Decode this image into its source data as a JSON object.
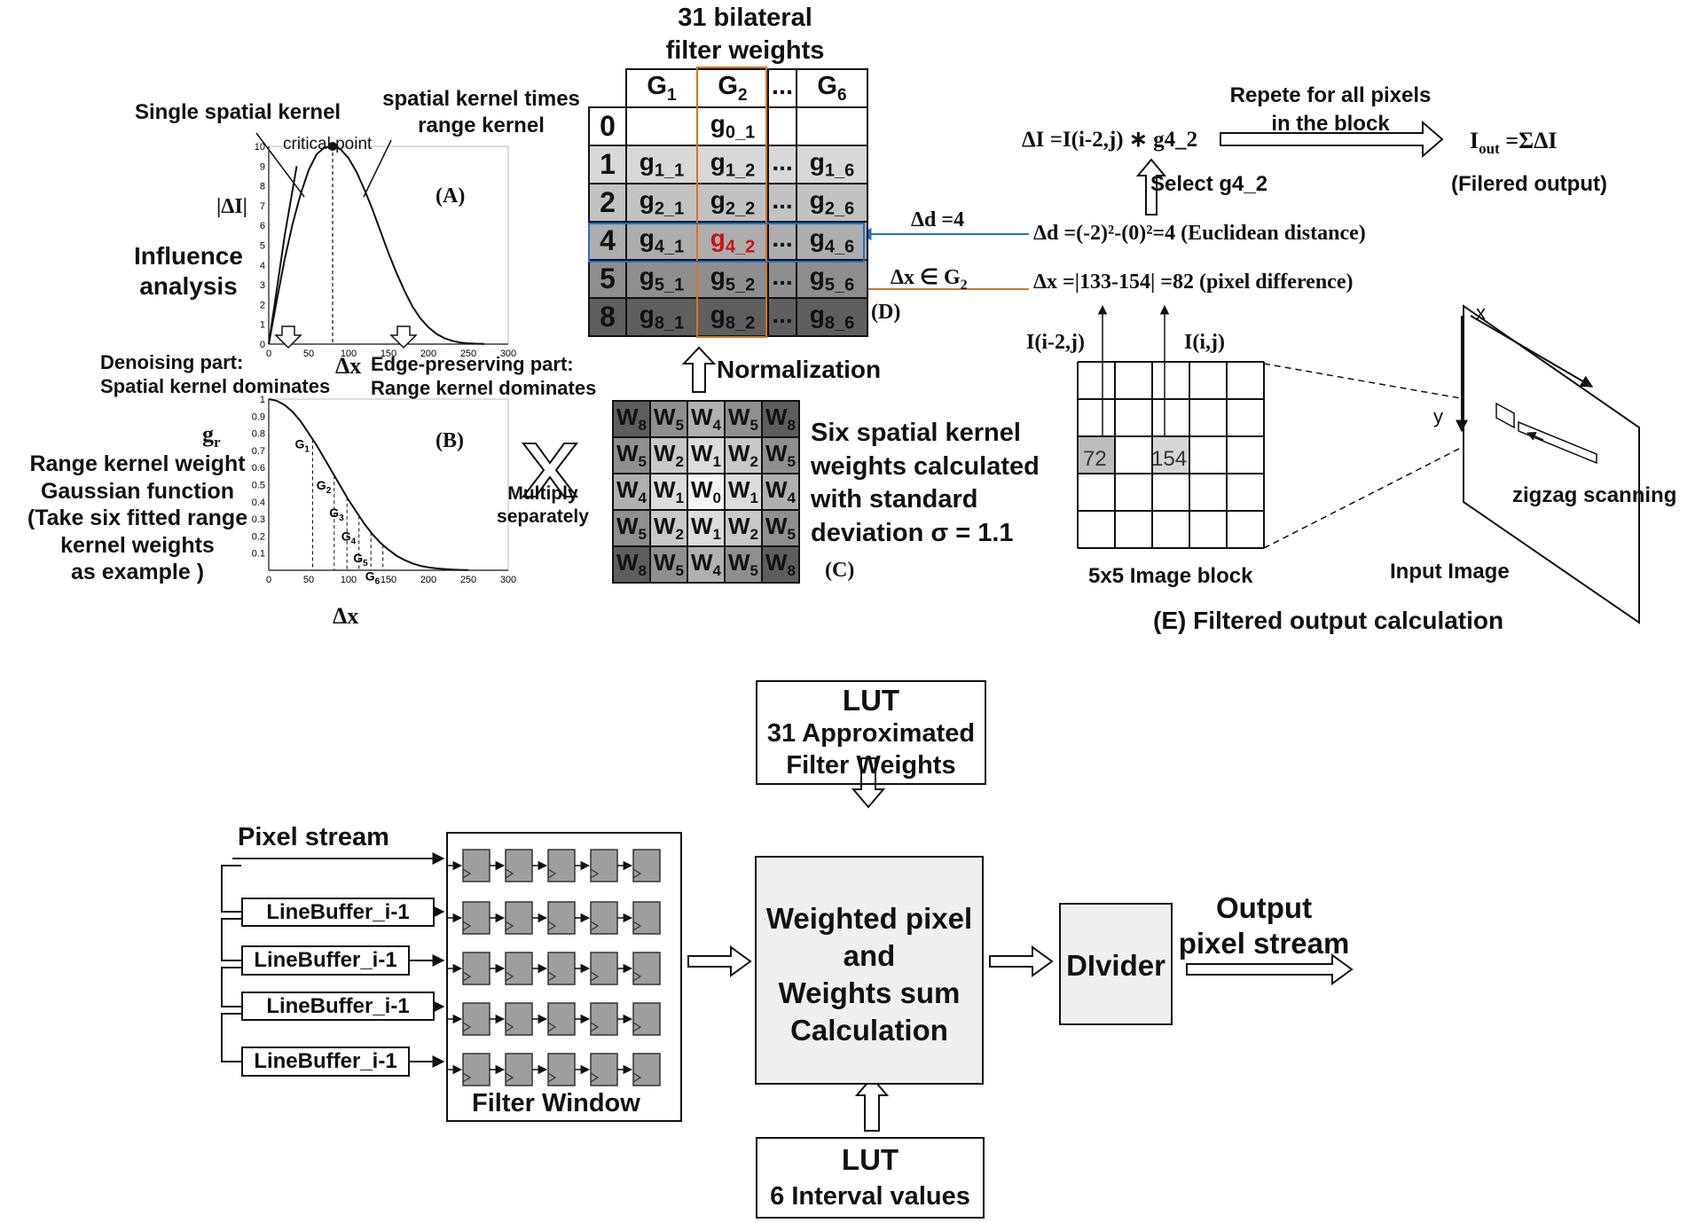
{
  "panelA": {
    "label": "(A)",
    "ylabel": "|ΔI|",
    "xlabel": "Δx",
    "title": "Influence analysis",
    "single_kernel_label": "Single spatial kernel",
    "spatial_times_range_label": "spatial kernel times range kernel",
    "critical_point_label": "critical point",
    "denoising_label": "Denoising part:",
    "denoising_sub": "Spatial kernel dominates",
    "edge_label": "Edge-preserving part:",
    "edge_sub": "Range kernel dominates"
  },
  "panelB": {
    "label": "(B)",
    "ylabel": "g",
    "ylabel_sub": "r",
    "xlabel": "Δx",
    "desc": [
      "Range kernel weight",
      "Gaussian function",
      "(Take six fitted range",
      "kernel weights",
      "as example )"
    ],
    "multiply_label": "Multiply separately"
  },
  "chart_data": [
    {
      "type": "line",
      "title": "",
      "xlabel": "Δx",
      "ylabel": "|ΔI|",
      "xlim": [
        0,
        300
      ],
      "ylim": [
        0,
        10
      ],
      "xticks": [
        0,
        50,
        100,
        150,
        200,
        250,
        300
      ],
      "yticks": [
        0,
        1,
        2,
        3,
        4,
        5,
        6,
        7,
        8,
        9,
        10
      ],
      "series": [
        {
          "x": [
            0,
            10,
            20,
            30,
            40,
            50,
            60,
            70,
            80,
            90,
            100,
            110,
            120,
            130,
            140,
            150,
            160,
            170,
            180,
            190,
            200,
            210,
            220,
            230,
            240,
            250,
            260,
            270
          ],
          "y": [
            0,
            2.2,
            4.3,
            6.1,
            7.6,
            8.8,
            9.6,
            9.95,
            10,
            9.85,
            9.4,
            8.7,
            7.8,
            6.8,
            5.7,
            4.6,
            3.6,
            2.7,
            1.9,
            1.3,
            0.85,
            0.52,
            0.3,
            0.16,
            0.08,
            0.04,
            0.02,
            0.01
          ]
        },
        {
          "x": [
            0,
            20,
            35
          ],
          "y": [
            0,
            5.5,
            9
          ]
        }
      ]
    },
    {
      "type": "line",
      "title": "",
      "xlabel": "Δx",
      "ylabel": "gr",
      "xlim": [
        0,
        300
      ],
      "ylim": [
        0,
        1.0
      ],
      "xticks": [
        0,
        50,
        100,
        150,
        200,
        250,
        300
      ],
      "yticks": [
        0.1,
        0.2,
        0.3,
        0.4,
        0.5,
        0.6,
        0.7,
        0.8,
        0.9,
        1.0
      ],
      "series": [
        {
          "x": [
            0,
            10,
            20,
            30,
            40,
            50,
            60,
            70,
            80,
            90,
            100,
            110,
            120,
            130,
            140,
            150,
            160,
            170,
            180,
            190,
            200,
            210,
            220,
            230,
            240,
            250
          ],
          "y": [
            1.0,
            0.99,
            0.965,
            0.925,
            0.87,
            0.8,
            0.73,
            0.65,
            0.57,
            0.49,
            0.41,
            0.34,
            0.27,
            0.21,
            0.16,
            0.12,
            0.085,
            0.06,
            0.04,
            0.026,
            0.017,
            0.011,
            0.007,
            0.004,
            0.002,
            0.001
          ]
        }
      ],
      "markers": [
        {
          "name": "G1",
          "x": 55
        },
        {
          "name": "G2",
          "x": 82
        },
        {
          "name": "G3",
          "x": 98
        },
        {
          "name": "G4",
          "x": 113
        },
        {
          "name": "G5",
          "x": 128
        },
        {
          "name": "G6",
          "x": 143
        }
      ]
    }
  ],
  "panelC": {
    "label": "(C)",
    "rows": [
      [
        {
          "t": "W",
          "s": "8"
        },
        {
          "t": "W",
          "s": "5"
        },
        {
          "t": "W",
          "s": "4"
        },
        {
          "t": "W",
          "s": "5"
        },
        {
          "t": "W",
          "s": "8"
        }
      ],
      [
        {
          "t": "W",
          "s": "5"
        },
        {
          "t": "W",
          "s": "2"
        },
        {
          "t": "W",
          "s": "1"
        },
        {
          "t": "W",
          "s": "2"
        },
        {
          "t": "W",
          "s": "5"
        }
      ],
      [
        {
          "t": "W",
          "s": "4"
        },
        {
          "t": "W",
          "s": "1"
        },
        {
          "t": "W",
          "s": "0"
        },
        {
          "t": "W",
          "s": "1"
        },
        {
          "t": "W",
          "s": "4"
        }
      ],
      [
        {
          "t": "W",
          "s": "5"
        },
        {
          "t": "W",
          "s": "2"
        },
        {
          "t": "W",
          "s": "1"
        },
        {
          "t": "W",
          "s": "2"
        },
        {
          "t": "W",
          "s": "5"
        }
      ],
      [
        {
          "t": "W",
          "s": "8"
        },
        {
          "t": "W",
          "s": "5"
        },
        {
          "t": "W",
          "s": "4"
        },
        {
          "t": "W",
          "s": "5"
        },
        {
          "t": "W",
          "s": "8"
        }
      ]
    ],
    "desc": [
      "Six spatial kernel",
      "weights calculated",
      "with standard",
      "deviation σ = 1.1"
    ],
    "normalization_label": "Normalization"
  },
  "panelD": {
    "label": "(D)",
    "title_line1": "31 bilateral",
    "title_line2": "filter weights",
    "col_headers": [
      {
        "t": "G",
        "s": "1"
      },
      {
        "t": "G",
        "s": "2"
      },
      {
        "t": "...",
        "s": ""
      },
      {
        "t": "G",
        "s": "6"
      }
    ],
    "row_headers": [
      "0",
      "1",
      "2",
      "4",
      "5",
      "8"
    ],
    "cells": [
      [
        {
          "t": "",
          "s": ""
        },
        {
          "t": "g",
          "s": "0_1"
        },
        {
          "t": "",
          "s": ""
        },
        {
          "t": "",
          "s": ""
        }
      ],
      [
        {
          "t": "g",
          "s": "1_1"
        },
        {
          "t": "g",
          "s": "1_2"
        },
        {
          "t": "...",
          "s": ""
        },
        {
          "t": "g",
          "s": "1_6"
        }
      ],
      [
        {
          "t": "g",
          "s": "2_1"
        },
        {
          "t": "g",
          "s": "2_2"
        },
        {
          "t": "...",
          "s": ""
        },
        {
          "t": "g",
          "s": "2_6"
        }
      ],
      [
        {
          "t": "g",
          "s": "4_1"
        },
        {
          "t": "g",
          "s": "4_2"
        },
        {
          "t": "...",
          "s": ""
        },
        {
          "t": "g",
          "s": "4_6"
        }
      ],
      [
        {
          "t": "g",
          "s": "5_1"
        },
        {
          "t": "g",
          "s": "5_2"
        },
        {
          "t": "...",
          "s": ""
        },
        {
          "t": "g",
          "s": "5_6"
        }
      ],
      [
        {
          "t": "g",
          "s": "8_1"
        },
        {
          "t": "g",
          "s": "8_2"
        },
        {
          "t": "...",
          "s": ""
        },
        {
          "t": "g",
          "s": "8_6"
        }
      ]
    ],
    "highlight_color": "#1f6fd1",
    "column_color": "#d9741f",
    "selected_color": "#cc1111",
    "delta_d_label": "Δd =4",
    "delta_x_label": "Δx ∈ G",
    "delta_x_sub": "2"
  },
  "panelE": {
    "title": "(E) Filtered output calculation",
    "eq_delta_i": "ΔI =I(i-2,j) ∗ g4_2",
    "repeat_label_1": "Repete for all pixels",
    "repeat_label_2": "in the block",
    "iout_label": "I",
    "iout_sub": "out",
    "iout_rhs": " =ΣΔI",
    "filtered_output": "(Filered output)",
    "select_label": "Select g4_2",
    "eq_delta_d": "Δd =(-2)²-(0)²=4 (Euclidean distance)",
    "eq_delta_x": "Δx =|133-154| =82 (pixel difference)",
    "i_left": "I(i-2,j)",
    "i_right": "I(i,j)",
    "pixel_a": "72",
    "pixel_b": "154",
    "block_label": "5x5 Image block",
    "input_image_label": "Input Image",
    "zigzag_label": "zigzag scanning",
    "axis_x": "x",
    "axis_y": "y"
  },
  "hardware": {
    "lut1_title": "LUT",
    "lut1_line1": "31 Approximated",
    "lut1_line2": "Filter Weights",
    "lut2_title": "LUT",
    "lut2_line1": "6 Interval values",
    "pixel_stream": "Pixel stream",
    "line_buffers": [
      "LineBuffer_i-1",
      "LineBuffer_i-1",
      "LineBuffer_i-1",
      "LineBuffer_i-1"
    ],
    "filter_window": "Filter Window",
    "weighted_lines": [
      "Weighted pixel",
      "and",
      "Weights sum",
      "Calculation"
    ],
    "divider": "DIvider",
    "output_line1": "Output",
    "output_line2": "pixel stream"
  }
}
